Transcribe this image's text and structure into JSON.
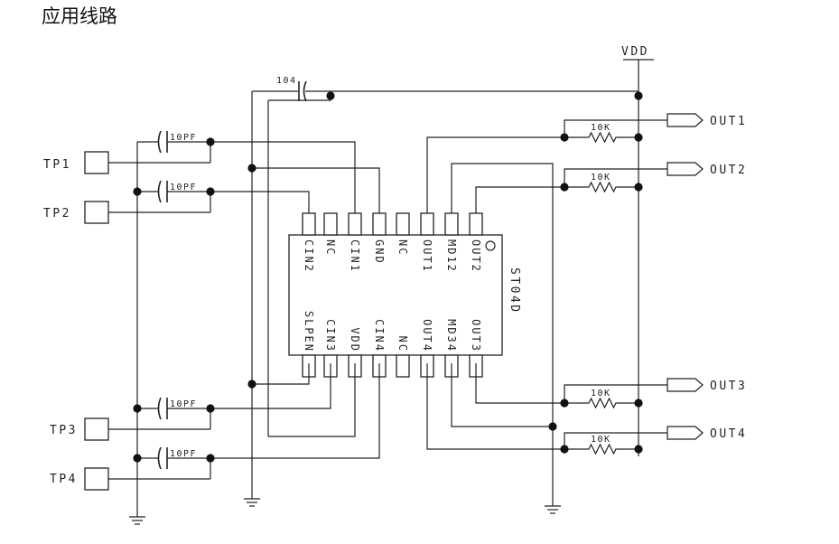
{
  "title": "应用线路",
  "chip": {
    "name": "ST04D"
  },
  "power": {
    "vdd": "VDD"
  },
  "pins_top": [
    "CIN2",
    "NC",
    "CIN1",
    "GND",
    "NC",
    "OUT1",
    "MD12",
    "OUT2"
  ],
  "pins_bottom": [
    "SLPEN",
    "CIN3",
    "VDD",
    "CIN4",
    "NC",
    "OUT4",
    "MD34",
    "OUT3"
  ],
  "touch_pads": [
    "TP1",
    "TP2",
    "TP3",
    "TP4"
  ],
  "outputs": [
    "OUT1",
    "OUT2",
    "OUT3",
    "OUT4"
  ],
  "components": {
    "decoupling_cap": "104",
    "pad_cap": "10PF",
    "pullup": "10K"
  }
}
